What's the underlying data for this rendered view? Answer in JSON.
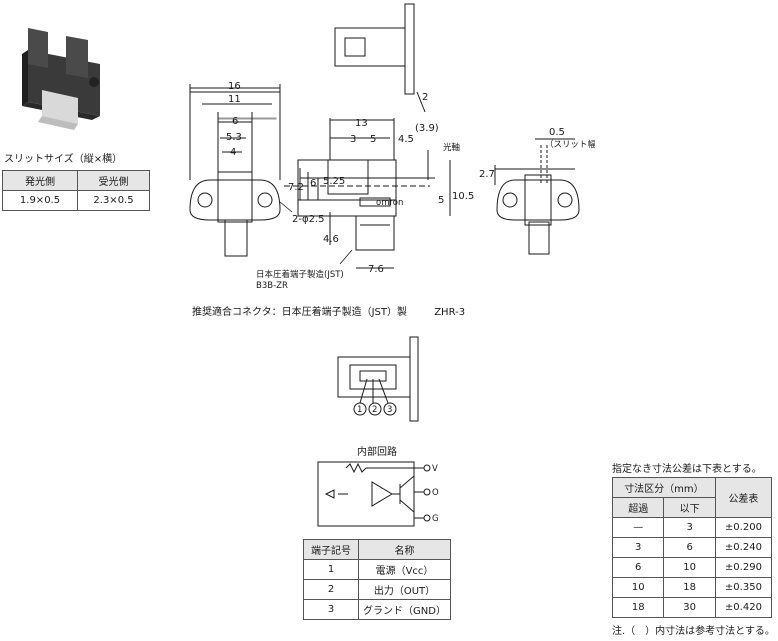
{
  "slit": {
    "title": "スリットサイズ（縦×横）",
    "headers": [
      "発光側",
      "受光側"
    ],
    "values": [
      "1.9×0.5",
      "2.3×0.5"
    ]
  },
  "dims": {
    "top_2": "2",
    "d16": "16",
    "d11": "11",
    "d6": "6",
    "d5_3": "5.3",
    "d4": "4",
    "d2_phi": "2-φ2.5",
    "d13": "13",
    "d3": "3",
    "d5": "5",
    "d4_5": "4.5",
    "d3_9": "(3.9)",
    "optical_axis": "光軸",
    "d7_2": "7.2",
    "d6b": "6",
    "d5_25": "5.25",
    "d5b": "5",
    "d10_5": "10.5",
    "d4_6": "4.6",
    "d7_6": "7.6",
    "brand": "omron",
    "d0_5": "0.5",
    "slit_width": "（スリット幅）",
    "d2_7": "2.7"
  },
  "connector": {
    "maker_note": "日本圧着端子製造(JST)",
    "model": "B3B-ZR",
    "recommended": "推奨適合コネクタ：日本圧着端子製造（JST）製",
    "recommended_model": "ZHR-3",
    "pins": [
      "1",
      "2",
      "3"
    ]
  },
  "circuit": {
    "title": "内部回路",
    "v": "V",
    "o": "O",
    "g": "G"
  },
  "terminal_table": {
    "headers": [
      "端子記号",
      "名称"
    ],
    "rows": [
      [
        "1",
        "電源（Vcc）"
      ],
      [
        "2",
        "出力（OUT）"
      ],
      [
        "3",
        "グランド（GND）"
      ]
    ]
  },
  "tolerance": {
    "intro": "指定なき寸法公差は下表とする。",
    "h_range": "寸法区分（mm）",
    "h_over": "超過",
    "h_under": "以下",
    "h_tol": "公差表",
    "rows": [
      [
        "—",
        "3",
        "±0.200"
      ],
      [
        "3",
        "6",
        "±0.240"
      ],
      [
        "6",
        "10",
        "±0.290"
      ],
      [
        "10",
        "18",
        "±0.350"
      ],
      [
        "18",
        "30",
        "±0.420"
      ]
    ],
    "note": "注.（　）内寸法は参考寸法とする。"
  }
}
